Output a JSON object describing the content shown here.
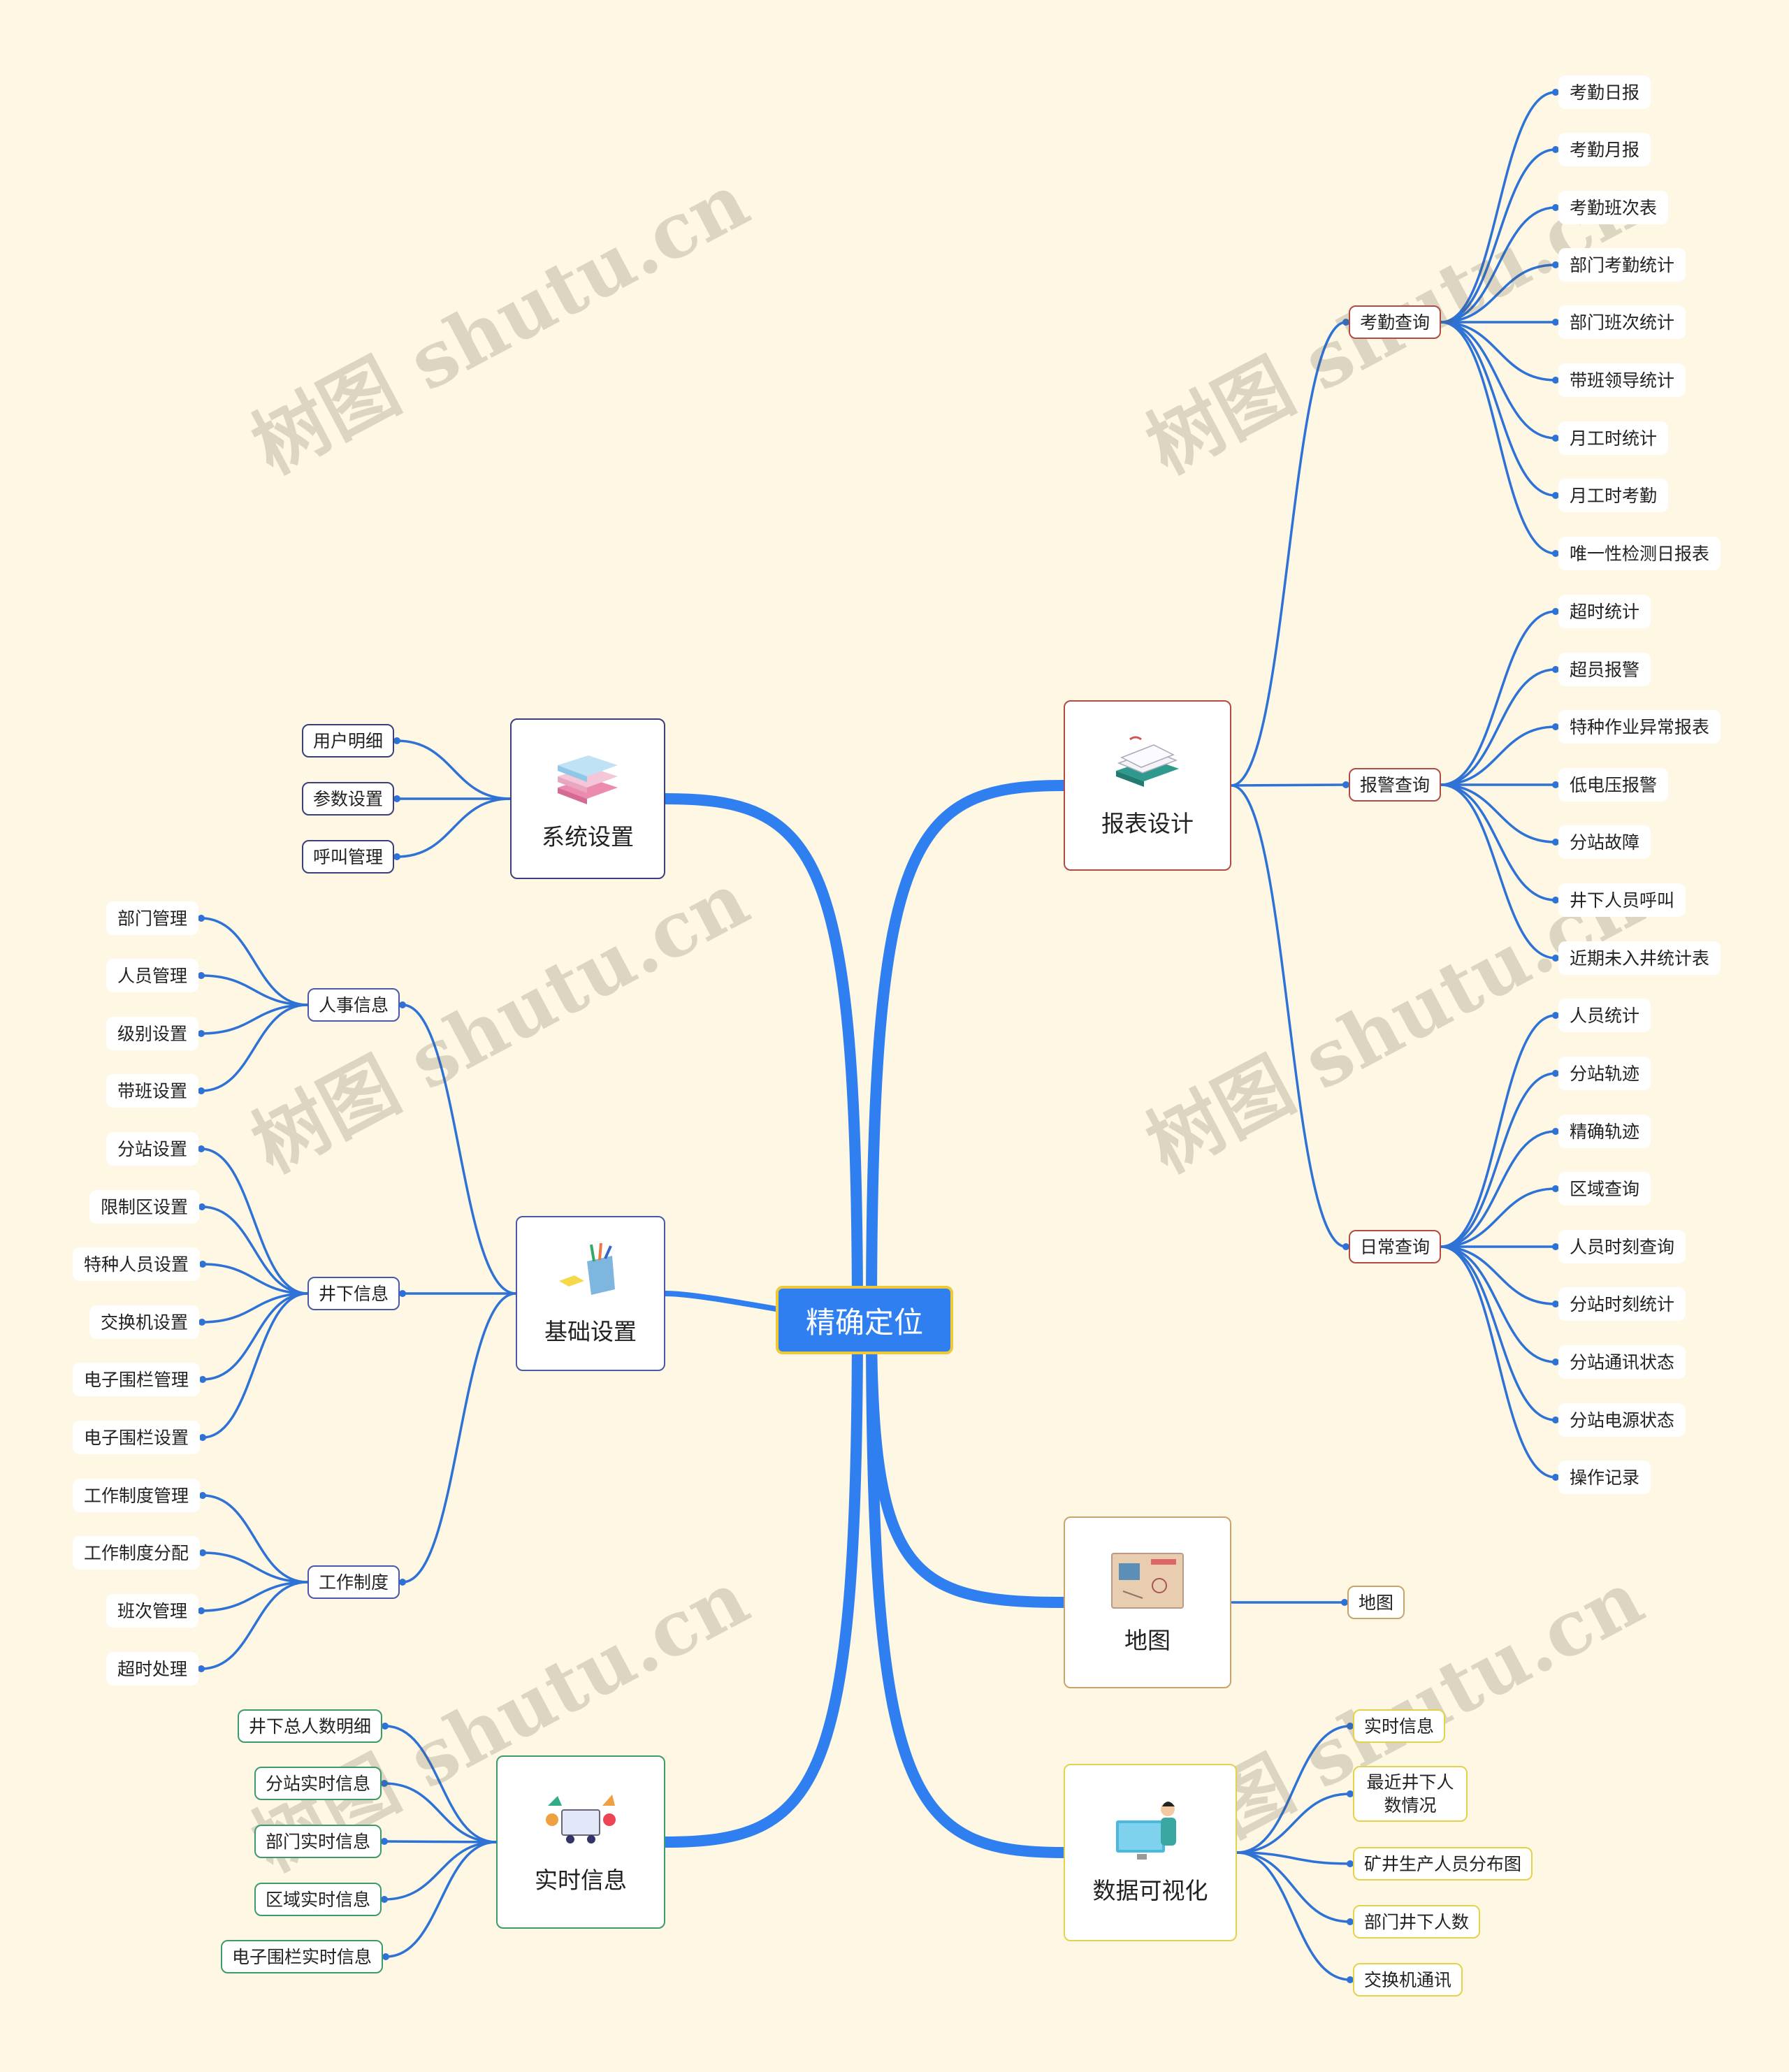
{
  "root": {
    "label": "精确定位"
  },
  "watermark": "树图 shutu.cn",
  "colors": {
    "main_branch": "#2f7ff0",
    "link": "#2f72d6",
    "root_border": "#f0c93a"
  },
  "branches": {
    "report": {
      "label": "报表设计",
      "icon": "report-papers-icon",
      "color": "#b14b44",
      "groups": {
        "attendance": {
          "label": "考勤查询",
          "items": [
            "考勤日报",
            "考勤月报",
            "考勤班次表",
            "部门考勤统计",
            "部门班次统计",
            "带班领导统计",
            "月工时统计",
            "月工时考勤",
            "唯一性检测日报表"
          ]
        },
        "alarm": {
          "label": "报警查询",
          "items": [
            "超时统计",
            "超员报警",
            "特种作业异常报表",
            "低电压报警",
            "分站故障",
            "井下人员呼叫",
            "近期未入井统计表"
          ]
        },
        "daily": {
          "label": "日常查询",
          "items": [
            "人员统计",
            "分站轨迹",
            "精确轨迹",
            "区域查询",
            "人员时刻查询",
            "分站时刻统计",
            "分站通讯状态",
            "分站电源状态",
            "操作记录"
          ]
        }
      }
    },
    "system": {
      "label": "系统设置",
      "icon": "stacked-books-icon",
      "color": "#3b3f7a",
      "items": [
        "用户明细",
        "参数设置",
        "呼叫管理"
      ]
    },
    "basic": {
      "label": "基础设置",
      "icon": "pen-holder-icon",
      "color": "#4a5aa8",
      "groups": {
        "hr": {
          "label": "人事信息",
          "items": [
            "部门管理",
            "人员管理",
            "级别设置",
            "带班设置"
          ]
        },
        "mine": {
          "label": "井下信息",
          "items": [
            "分站设置",
            "限制区设置",
            "特种人员设置",
            "交换机设置",
            "电子围栏管理",
            "电子围栏设置"
          ]
        },
        "work": {
          "label": "工作制度",
          "items": [
            "工作制度管理",
            "工作制度分配",
            "班次管理",
            "超时处理"
          ]
        }
      }
    },
    "map": {
      "label": "地图",
      "icon": "map-board-icon",
      "color": "#c9a46a",
      "items": [
        "地图"
      ]
    },
    "realtime": {
      "label": "实时信息",
      "icon": "team-meeting-icon",
      "color": "#3f9a6a",
      "items": [
        "井下总人数明细",
        "分站实时信息",
        "部门实时信息",
        "区域实时信息",
        "电子围栏实时信息"
      ]
    },
    "visual": {
      "label": "数据可视化",
      "icon": "presenter-screen-icon",
      "color": "#e5d24a",
      "items": [
        "实时信息",
        "最近井下人数情况",
        "矿井生产人员分布图",
        "部门井下人数",
        "交换机通讯"
      ]
    }
  }
}
